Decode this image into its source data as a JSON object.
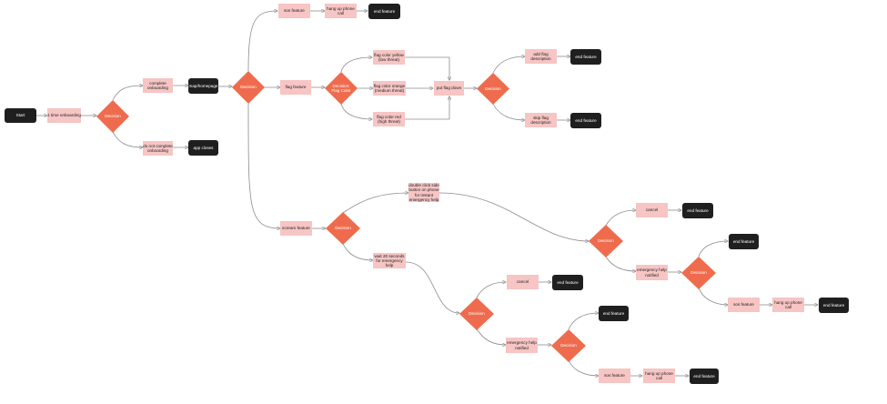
{
  "colors": {
    "process": "#f6c5c4",
    "decision": "#ee6c4d",
    "terminal": "#1f1f1f",
    "edge": "#8c8c8c"
  },
  "nodes": {
    "start": "Start",
    "onboarding": "1 time onboarding",
    "decision_onboarding": "Decision",
    "complete_onboarding": "complete\nonboarding",
    "not_complete_onboarding": "do not complete\nonboarding",
    "map_homepage": "map/homepage",
    "app_closes": "app closes",
    "decision_main": "Decision",
    "sos_top": "sos feature",
    "hangup_top": "hang up phone\ncall",
    "end_top": "end feature",
    "flag_feature": "flag feature",
    "decision_flag_color": "Decision:\nFlag Color",
    "flag_yellow": "flag color yellow\n(low threat)",
    "flag_orange": "flag color orange\n(medium threat)",
    "flag_red": "flag color red\n(high threat)",
    "put_flag_down": "put flag down",
    "decision_flag_desc": "Decision",
    "add_flag_desc": "add flag\ndescription",
    "skip_flag_desc": "skip flag\ndescription",
    "end_add_desc": "end feature",
    "end_skip_desc": "end feature",
    "scream_feature": "scream feature",
    "decision_scream": "Decision",
    "double_click": "double click side\nbutton on phone\nfor instant\nemergency help",
    "wait_20": "wait 20 seconds\nfor emergency\nhelp",
    "decision_dc": "Decision",
    "cancel_dc": "cancel",
    "end_cancel_dc": "end feature",
    "help_notified_dc": "emergency help\nnotified",
    "decision_dc_help": "Decision",
    "end_dc_help": "end feature",
    "sos_dc": "sos feature",
    "hangup_dc": "hang up phone\ncall",
    "end_sos_dc": "end feature",
    "decision_wait": "Decision",
    "cancel_wait": "cancel",
    "end_cancel_wait": "end feature",
    "help_notified_wait": "emergency help\nnotified",
    "decision_wait_help": "Decision",
    "end_wait_help": "end feature",
    "sos_wait": "sos feature",
    "hangup_wait": "hang up phone\ncall",
    "end_sos_wait": "end feature"
  }
}
